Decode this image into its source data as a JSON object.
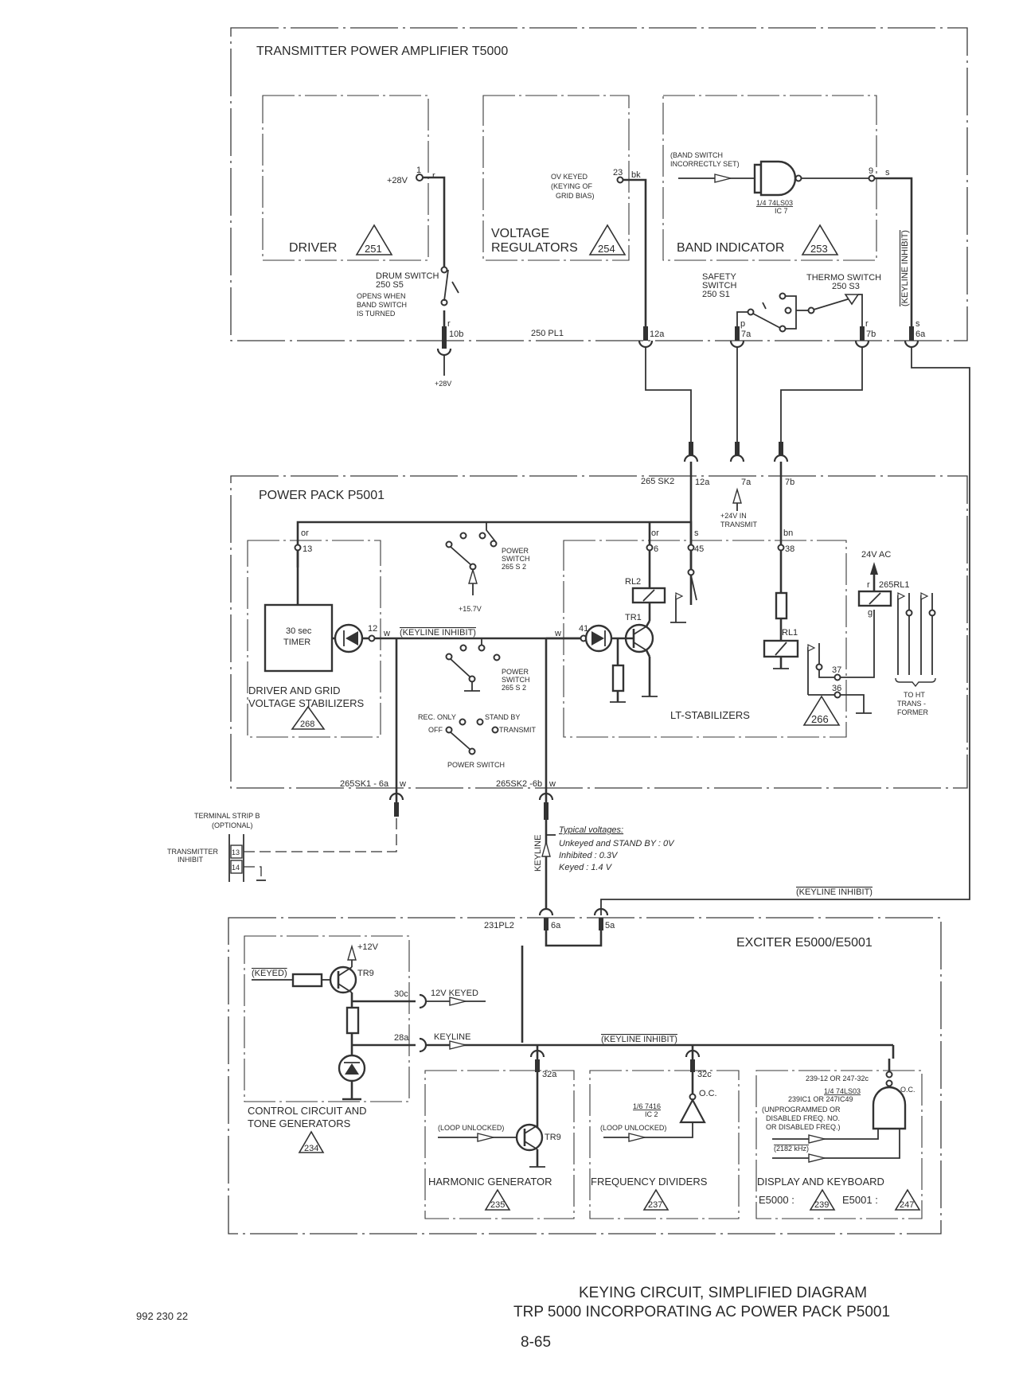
{
  "title": {
    "line1": "KEYING CIRCUIT, SIMPLIFIED DIAGRAM",
    "line2": "TRP 5000 INCORPORATING AC POWER PACK P5001"
  },
  "doc_number": "992 230 22",
  "page_number": "8-65",
  "transmitter": {
    "title": "TRANSMITTER POWER AMPLIFIER  T5000",
    "connector": "250 PL1",
    "driver": {
      "label": "DRIVER",
      "ref": "251",
      "pin": "1",
      "wire": "r",
      "voltage": "+28V"
    },
    "voltage_regulators": {
      "label1": "VOLTAGE",
      "label2": "REGULATORS",
      "ref": "254",
      "pin": "23",
      "wire": "bk",
      "note1": "OV KEYED",
      "note2": "(KEYING OF",
      "note3": "GRID BIAS)"
    },
    "band_indicator": {
      "label": "BAND INDICATOR",
      "ref": "253",
      "input1": "(BAND SWITCH",
      "input2": "INCORRECTLY SET)",
      "gate": "1/4 74LS03",
      "ic": "IC 7",
      "pin": "9",
      "wire": "s"
    },
    "drum_switch": {
      "name": "DRUM SWITCH",
      "id": "250 S5",
      "note1": "OPENS WHEN",
      "note2": "BAND SWITCH",
      "note3": "IS TURNED"
    },
    "safety_switch": {
      "name1": "SAFETY",
      "name2": "SWITCH",
      "id": "250 S1"
    },
    "thermo_switch": {
      "name": "THERMO SWITCH",
      "id": "250 S3"
    },
    "pins": {
      "p10b": "10b",
      "p12a": "12a",
      "p7a": "7a",
      "p7b": "7b",
      "p6a": "6a",
      "wire_r": "r",
      "wire_p": "p",
      "wire_r2": "r",
      "wire_s": "s"
    },
    "supply_28v": "+28V",
    "keyline_inhibit": "(KEYLINE INHIBIT)"
  },
  "power_pack": {
    "title": "POWER PACK  P5001",
    "connector_top": "265 SK2",
    "pins_top": {
      "p12a": "12a",
      "p7a": "7a",
      "p7b": "7b"
    },
    "transmit_note1": "+24V  IN",
    "transmit_note2": "TRANSMIT",
    "driver_grid": {
      "label1": "DRIVER AND GRID",
      "label2": "VOLTAGE STABILIZERS",
      "ref": "268",
      "timer1": "30 sec",
      "timer2": "TIMER",
      "pin13": "13",
      "pin12": "12",
      "wire_or": "or",
      "wire_w": "w"
    },
    "power_switch_1": {
      "label1": "POWER",
      "label2": "SWITCH",
      "label3": "265 S 2",
      "voltage": "+15.7V"
    },
    "power_switch_2": {
      "label1": "POWER",
      "label2": "SWITCH",
      "label3": "265 S 2"
    },
    "power_switch_main": {
      "label": "POWER  SWITCH",
      "rec_only": "REC. ONLY",
      "off": "OFF",
      "stand_by": "STAND BY",
      "transmit": "TRANSMIT"
    },
    "keyline_inhibit": "(KEYLINE INHIBIT)",
    "lt_stabilizers": {
      "label": "LT-STABILIZERS",
      "ref": "266",
      "pin6": "6",
      "pin45": "45",
      "pin38": "38",
      "pin41": "41",
      "pin37": "37",
      "pin36": "36",
      "wire_or": "or",
      "wire_s": "s",
      "wire_bn": "bn",
      "wire_w": "w",
      "rl2": "RL2",
      "tr1": "TR1",
      "rl1": "RL1"
    },
    "relay_265rl1": {
      "label": "265RL1",
      "supply": "24V AC",
      "wire_r": "r",
      "wire_g": "g"
    },
    "ht_transformer1": "TO  HT",
    "ht_transformer2": "TRANS -",
    "ht_transformer3": "FORMER",
    "connector_bottom_left": "265SK1 - 6a",
    "connector_bottom_right": "265SK2 -6b",
    "wire_w1": "w",
    "wire_w2": "w"
  },
  "terminal_strip": {
    "title1": "TERMINAL  STRIP  B",
    "title2": "(OPTIONAL)",
    "label1": "TRANSMITTER",
    "label2": "INHIBIT",
    "pin13": "13",
    "pin14": "14"
  },
  "keyline": {
    "label": "KEYLINE",
    "voltages_title": "Typical  voltages:",
    "unkeyed": "Unkeyed  and  STAND  BY :  0V",
    "inhibited": "Inhibited : 0.3V",
    "keyed": "Keyed : 1.4 V"
  },
  "inhibit_bus_label": "(KEYLINE  INHIBIT)",
  "exciter": {
    "title": "EXCITER  E5000/E5001",
    "connector": "231PL2",
    "pin6a": "6a",
    "pin5a": "5a",
    "control": {
      "label1": "CONTROL  CIRCUIT  AND",
      "label2": "TONE  GENERATORS",
      "ref": "234",
      "keyed_in": "(KEYED)",
      "tr": "TR9",
      "supply": "+12V",
      "pin30c": "30c",
      "out_12v": "12V  KEYED",
      "pin28a": "28a",
      "keyline": "KEYLINE"
    },
    "keyline_inhibit": "(KEYLINE  INHIBIT)",
    "harmonic": {
      "label": "HARMONIC  GENERATOR",
      "ref": "235",
      "pin": "32a",
      "input": "(LOOP  UNLOCKED)",
      "tr": "TR9"
    },
    "freq_dividers": {
      "label": "FREQUENCY  DIVIDERS",
      "ref": "237",
      "pin": "32c",
      "oc": "O.C.",
      "gate": "1/6  7416",
      "ic": "IC 2",
      "input": "(LOOP  UNLOCKED)"
    },
    "display": {
      "label": "DISPLAY  AND  KEYBOARD",
      "e5000": "E5000 :",
      "ref1": "239",
      "e5001": "E5001 :",
      "ref2": "247",
      "pin": "239-12  OR  247-32c",
      "oc": "O.C.",
      "gate": "1/4  74LS03",
      "ic": "239IC1  OR  247IC49",
      "input1": "(UNPROGRAMMED  OR",
      "input2": "DISABLED  FREQ. NO.",
      "input3": "OR  DISABLED  FREQ.)",
      "input4": "(2182 kHz)"
    }
  }
}
